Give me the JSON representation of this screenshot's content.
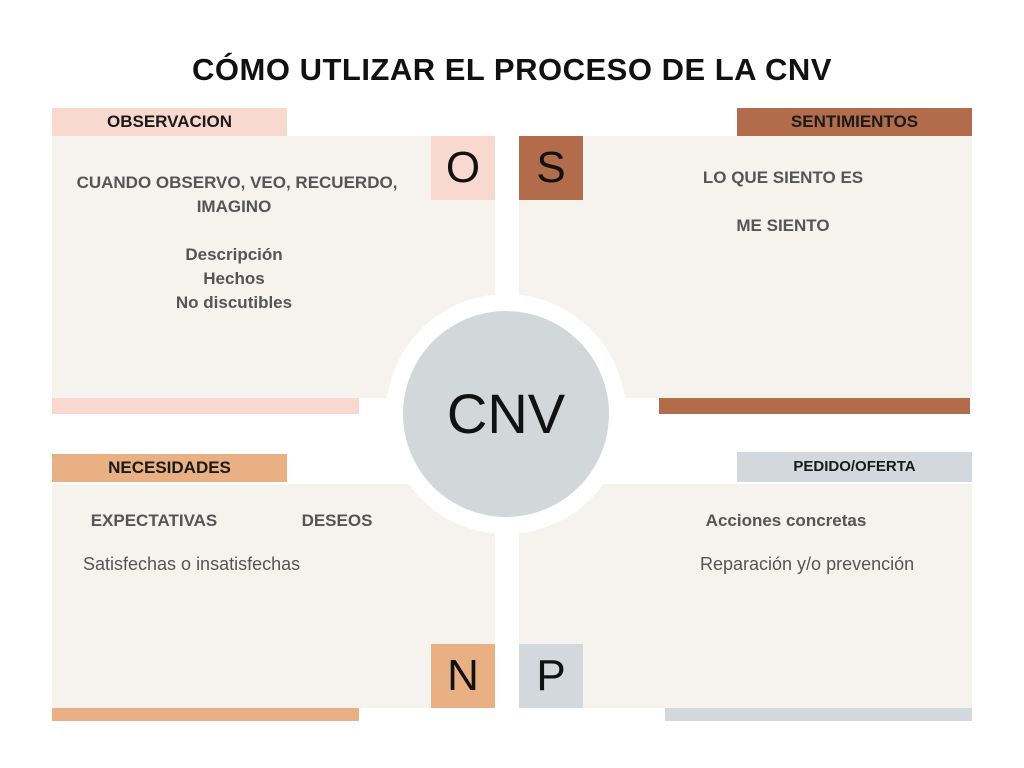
{
  "title": "CÓMO UTLIZAR EL PROCESO DE LA CNV",
  "center": {
    "label": "CNV"
  },
  "colors": {
    "observacion": "#f9d8d0",
    "sentimientos": "#b26c4c",
    "necesidades": "#e8b083",
    "pedido": "#d2d8db",
    "panel": "#f6f2ee"
  },
  "quadrants": {
    "observacion": {
      "header": "OBSERVACION",
      "letter": "O",
      "lines": [
        "CUANDO OBSERVO, VEO, RECUERDO,",
        "IMAGINO",
        "Descripción",
        "Hechos",
        "No discutibles"
      ]
    },
    "sentimientos": {
      "header": "SENTIMIENTOS",
      "letter": "S",
      "lines": [
        "LO QUE SIENTO ES",
        "ME SIENTO"
      ]
    },
    "necesidades": {
      "header": "NECESIDADES",
      "letter": "N",
      "lines": [
        "EXPECTATIVAS",
        "DESEOS",
        "Satisfechas o insatisfechas"
      ]
    },
    "pedido": {
      "header": "PEDIDO/OFERTA",
      "letter": "P",
      "lines": [
        "Acciones concretas",
        "Reparación y/o prevención"
      ]
    }
  }
}
